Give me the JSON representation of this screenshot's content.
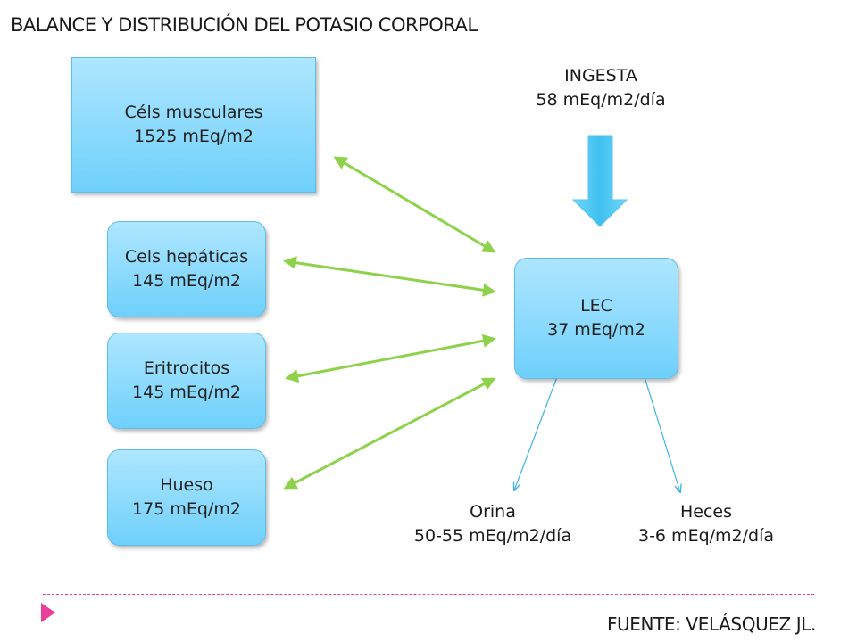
{
  "title": "BALANCE Y DISTRIBUCIÓN DEL POTASIO CORPORAL",
  "compartments": {
    "musculares": {
      "name": "Céls musculares",
      "value": "1525 mEq/m2"
    },
    "hepaticas": {
      "name": "Cels hepáticas",
      "value": "145 mEq/m2"
    },
    "eritrocitos": {
      "name": "Eritrocitos",
      "value": "145 mEq/m2"
    },
    "hueso": {
      "name": "Hueso",
      "value": "175 mEq/m2"
    },
    "lec": {
      "name": "LEC",
      "value": "37 mEq/m2"
    }
  },
  "ingesta": {
    "label": "INGESTA",
    "value": "58 mEq/m2/día"
  },
  "outputs": {
    "orina": {
      "label": "Orina",
      "value": "50-55 mEq/m2/día"
    },
    "heces": {
      "label": "Heces",
      "value": "3-6 mEq/m2/día"
    }
  },
  "source": "FUENTE: VELÁSQUEZ JL.",
  "colors": {
    "box_top": "#aee6ff",
    "box_bottom": "#6fd0fb",
    "exchange_arrow": "#8ed14a",
    "intake_arrow": "#4fc8f2",
    "output_line": "#3fb3e6",
    "divider": "#e8409a",
    "bullet": "#e8409a"
  }
}
